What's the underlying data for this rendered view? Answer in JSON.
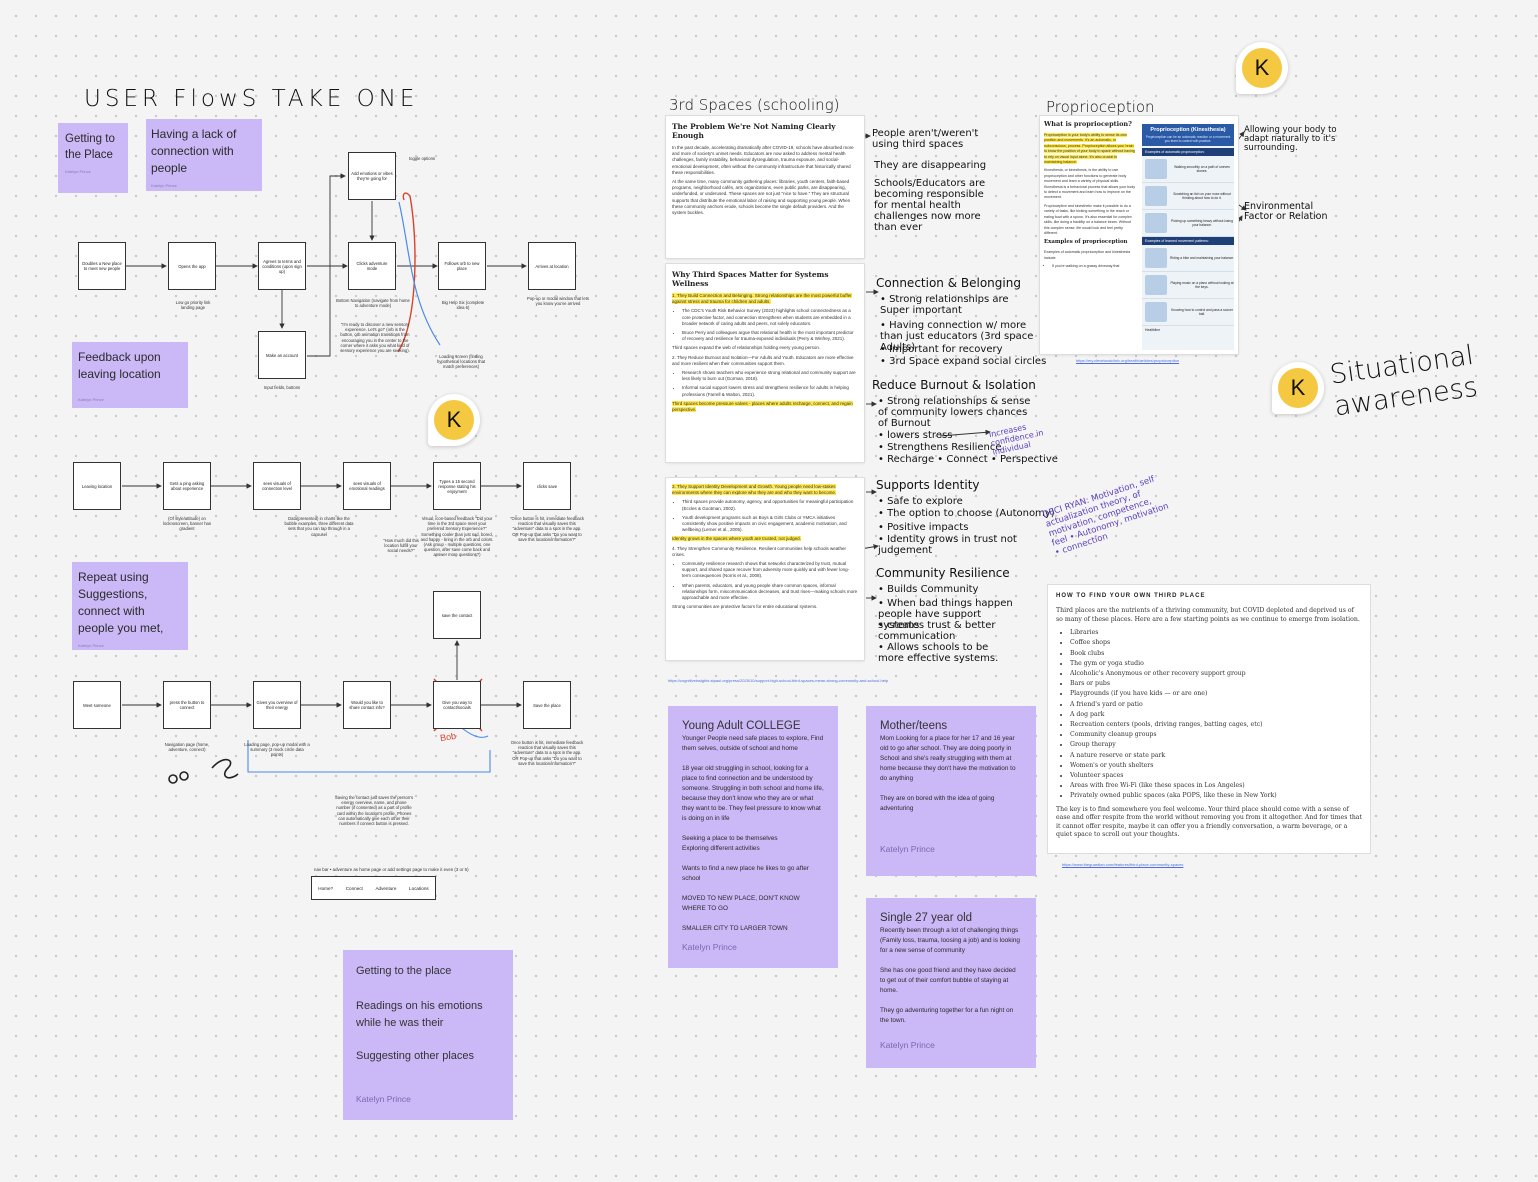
{
  "title": "USER FlowS TAKE ONE",
  "stickies_left": [
    {
      "text": "Getting to the Place",
      "author": "Katelyn Prince"
    },
    {
      "text": "Having a lack of connection with people",
      "author": "Katelyn Prince"
    },
    {
      "text": "Feedback upon leaving location",
      "author": "Katelyn Prince"
    },
    {
      "text": "Repeat using Suggestions, connect with people you met,",
      "author": "Katelyn Prince"
    }
  ],
  "flow1": {
    "nodes": [
      "Doubles a New place to meet new people",
      "Opens the app",
      "Agrees to terms and conditions (upon sign up)",
      "Clicks adventure mode",
      "Follows orb to new place",
      "Arrives at location",
      "Add emotions or vibes they're going for",
      "Make an account"
    ],
    "notes": {
      "toggle": "toggle options",
      "low_go": "Low go priority link landing page",
      "bottom_nav": "Bottom Navigation (navigate from home to adventure mode)",
      "quote": "\"I'm ready to discover a new sensory experience. Let's go!\" (orb is the button, orb animation transitions from encouraging you in the center to the corner where it asks you what kind of sensory experience you are seeking).",
      "big_help": "Big Help Six (complete idea 6)",
      "loading": "Loading screen (finding hypothetical locations that match preferences)",
      "popup": "Pop-up or modal window that lets you know you've arrived",
      "input": "Input fields, buttons"
    }
  },
  "flow2": {
    "nodes": [
      "Leaving location",
      "Gets a ping asking about experience",
      "sees visuals of connection level",
      "sees visuals of emotional readings",
      "Types a 15 second response stating his enjoyment",
      "clicks save"
    ],
    "notes": {
      "n1": "(Of style/attitude) on locknoscreen, banner has gradient",
      "n2": "Data(presented) in charts like the bubble examples, three different data sets that you can tap through in a carousel",
      "n3": "\"How much did this location fulfill your social needs?\"",
      "n4": "Visual, icon-based feedback \"Did your time in the 3rd space meet your preferred Sensory Experience?\" Something cooler than just sad, bored, and happy - bring in the orb and colors. (Ask group - multiple questions, one question, after save come back and answer more questions?)",
      "n5": "\"Once button is hit, immediate feedback reaction that visually saves this \"adventure\" data to a spot in the app. OR Pop-up that asks \"Do you want to save this location/information?\""
    }
  },
  "flow3": {
    "nodes": [
      "Meet someone",
      "press the button to connect",
      "Gives you overview of their energy",
      "Would you like to share contact info?",
      "Give you way to contact/socials",
      "Save the place",
      "save the contact"
    ],
    "notes": {
      "nav": "Navigation page (home, adventure, connect)",
      "loading": "Loading page, pop-up modal with a summary (3 mock circle data points)",
      "save": "Once button is hit, immediate feedback reaction that visually saves this \"adventure\" data to a spot in the app. OR Pop-up that asks \"Do you want to save this location/information?\"",
      "saving": "Saving the contact just saves the person's energy overview, name, and phone number (if consented) as a part of profile card within the location's profile. Phones can automatically give each other their numbers if connect button is pressed.",
      "red": "Bob"
    }
  },
  "navbar": {
    "caption": "nav bar   •  adventure as home page or add settings page to make it even (3 or 5)",
    "items": [
      "Home?",
      "Connect",
      "Adventure",
      "Locations"
    ]
  },
  "sticky_getting": {
    "lines": [
      "Getting to the place",
      "Readings on his emotions while he was their",
      "Suggesting other places"
    ],
    "author": "Katelyn Prince"
  },
  "third_spaces": {
    "heading": "3rd Spaces (schooling)",
    "doc1_title": "The Problem We're Not Naming Clearly Enough",
    "doc1_p1": "In the past decade, accelerating dramatically after COVID-19, schools have absorbed more and more of society's unmet needs. Educators are now asked to address mental health challenges, family instability, behavioral dysregulation, trauma exposure, and social-emotional development, often without the community infrastructure that historically shared these responsibilities.",
    "doc1_p2": "At the same time, many community gathering places: libraries, youth centers, faith-based programs, neighborhood cafés, arts organizations, even public parks, are disappearing, underfunded, or underused. These spaces are not just \"nice to have.\" They are structural supports that distribute the emotional labor of raising and supporting young people. When these community anchors erode, schools become the single default providers. And the system buckles.",
    "doc2_title": "Why Third Spaces Matter for Systems Wellness",
    "doc2_items": [
      "1. They Build Connection and Belonging. Strong relationships are the most powerful buffer against stress and trauma for children and adults.",
      "The CDC's Youth Risk Behavior Survey (2023) highlights school connectedness as a core protective factor, and connection strengthens when students are embedded in a broader network of caring adults and peers, not solely educators.",
      "Bruce Perry and colleagues argue that relational health is the most important predictor of recovery and resilience for trauma-exposed individuals (Perry & Winfrey, 2021).",
      "Third spaces expand the web of relationships holding every young person.",
      "2. They Reduce Burnout and Isolation—For Adults and Youth. Educators are more effective and more resilient when their communities support them.",
      "Research shows teachers who experience strong relational and community support are less likely to burn out (Gorman, 2018).",
      "Informal social support lowers stress and strengthens resilience for adults in helping professions (Farrell & Walton, 2021).",
      "Third spaces become pressure valves - places where adults recharge, connect, and regain perspective."
    ],
    "doc3_items": [
      "3. They Support Identity Development and Growth. Young people need low-stakes environments where they can explore who they are and who they want to become.",
      "Third spaces provide autonomy, agency, and opportunities for meaningful participation (Eccles & Gootman, 2002).",
      "Youth development programs such as Boys & Girls Clubs or YMCA initiatives consistently show positive impacts on civic engagement, academic motivation, and wellbeing (Lerner et al., 2005).",
      "Identity grows in the spaces where youth are trusted, not judged.",
      "4. They Strengthen Community Resilience. Resilient communities help schools weather crises.",
      "Community resilience research shows that networks characterized by trust, mutual support, and shared space recover from adversity more quickly and with fewer long-term consequences (Norris et al., 2008).",
      "When parents, educators, and young people share common spaces, informal relationships form, miscommunication decreases, and trust rises—making schools more approachable and more effective.",
      "Strong communities are protective factors for entire educational systems."
    ],
    "link": "https://cognitiveinsights.stpaul.org/press/2025/10/support-high-school-third-spaces-mean-strong-community-and-school-help"
  },
  "annotations": {
    "a1": "People aren't/weren't using third spaces",
    "a2": "They are disappearing",
    "a3": "Schools/Educators are becoming responsible for mental health challenges now more than ever",
    "b1": "Connection & Belonging",
    "b2": "• Strong relationships are Super important",
    "b3": "• Having connection w/ more than just educators (3rd space Adults)",
    "b4": "• Important for recovery",
    "b5": "• 3rd Space expand social circles",
    "c1": "Reduce Burnout & Isolation",
    "c2": "• Strong relationships & sense of community lowers chances of Burnout",
    "c3": "• lowers stress",
    "c4": "• Strengthens Resilience",
    "c5": "• Recharge • Connect • Perspective",
    "c6": "Increases confidence in individual",
    "d1": "Supports Identity",
    "d2": "• Safe to explore",
    "d3": "• The option to choose (Autonomy)",
    "d4": "• Positive impacts",
    "d5": "• Identity grows in trust not judgement",
    "d6": "DECI RYAN: Motivation, self actualization theory, of motivation, competence, feel • Autonomy, motivation • connection",
    "e1": "Community Resilience",
    "e2": "• Builds Community",
    "e3": "• When bad things happen people have support systems",
    "e4": "• creates trust & better communication",
    "e5": "• Allows schools to be more effective systems."
  },
  "proprioception": {
    "heading": "Proprioception",
    "doc_title": "What is proprioception?",
    "p1": "Proprioception is your body's ability to sense its own position and movements. It's an automatic, or subconscious, process. Proprioception allows your brain to know the position of your body in space without having to rely on visual input alone. It's also crucial to maintaining balance.",
    "p2": "Kinesthesia, or kinesthesis, is the ability to use proprioception and other functions to generate body movement and learn a variety of physical skills. Kinesthesia is a behavioral process that allows your body to detect a movement and learn how to improve on the movement.",
    "p3": "Proprioceptive and kinesthetic make it possible to do a variety of tasks, like kicking something in the reach or eating food with a spoon. It's also essential for complex skills, like doing a backflip on a balance beam. Without this complex sense, life would look and feel pretty different.",
    "sub": "Examples of proprioception",
    "p4": "Examples of automatic proprioception and kinesthesia include:",
    "li": "If you're walking on a grassy driveway that",
    "panel_title": "Proprioception (Kinesthesia)",
    "panel_sub": "Proprioception can be an automatic reaction or a movement you learn to control with practice.",
    "panel_h1": "Examples of automatic proprioception:",
    "panel_h2": "Examples of learned movement patterns:",
    "panel_items": [
      "Walking smoothly on a path of uneven stones.",
      "Scratching an itch on your nose without thinking about how to do it.",
      "Picking up something heavy without losing your balance.",
      "Riding a bike and maintaining your balance.",
      "Playing music on a piano without looking at the keys.",
      "Knowing how to control and pass a soccer ball."
    ],
    "brand": "Healthline",
    "link": "https://my.clevelandclinic.org/health/articles/proprioception",
    "ann1": "Allowing your body to adapt naturally to it's surrounding.",
    "ann2": "Environmental Factor or Relation"
  },
  "situational": "Situational awareness",
  "avatar_letter": "K",
  "third_place": {
    "header": "HOW TO FIND YOUR OWN THIRD PLACE",
    "intro": "Third places are the nutrients of a thriving community, but COVID depleted and deprived us of so many of these places. Here are a few starting points as we continue to emerge from isolation.",
    "items": [
      "Libraries",
      "Coffee shops",
      "Book clubs",
      "The gym or yoga studio",
      "Alcoholic's Anonymous or other recovery support group",
      "Bars or pubs",
      "Playgrounds (if you have kids — or are one)",
      "A friend's yard or patio",
      "A dog park",
      "Recreation centers (pools, driving ranges, batting cages, etc)",
      "Community cleanup groups",
      "Group therapy",
      "A nature reserve or state park",
      "Women's or youth shelters",
      "Volunteer spaces",
      "Areas with free Wi-Fi (like these spaces in Los Angeles)",
      "Privately owned public spaces (aka POPS, like these in New York)"
    ],
    "outro": "The key is to find somewhere you feel welcome. Your third place should come with a sense of ease and offer respite from the world without removing you from it altogether. And for times that it cannot offer respite, maybe it can offer you a friendly conversation, a warm beverage, or a quiet space to scroll out your thoughts.",
    "link": "https://www.theguardian.com/features/third-place-community-spaces"
  },
  "personas": [
    {
      "title": "Young Adult COLLEGE",
      "text": "Younger People need safe places to explore, Find them selves, outside of school and home\n\n18 year old struggling in school, looking for a place to find connection and be understood by someone. Struggling in both school and home life, because they don't know who they are or what they want to be. They feel pressure to know what is doing on in life\n\nSeeking a place to be themselves\nExploring different activities\n\nWants to find a new place he likes to go after school\n\nMOVED TO NEW PLACE, DON'T KNOW WHERE TO GO\n\nSMALLER CITY TO LARGER TOWN",
      "author": "Katelyn Prince"
    },
    {
      "title": "Mother/teens",
      "text": "Mom Looking for a place for her 17 and 16 year old to go after school. They are doing poorly in School and she's really struggling with them at home because they don't have the motivation to do anything\n\nThey are on bored with the idea of going adventuring",
      "author": "Katelyn Prince"
    },
    {
      "title": "Single 27 year old",
      "text": "Recently been through a lot of challenging things (Family loss, trauma, loosing a job) and is looking for a new sense of community\n\nShe has one good friend and they have decided to get out of their comfort bubble of staying at home.\n\nThey go adventuring together for a fun night on the town.",
      "author": "Katelyn Prince"
    }
  ]
}
